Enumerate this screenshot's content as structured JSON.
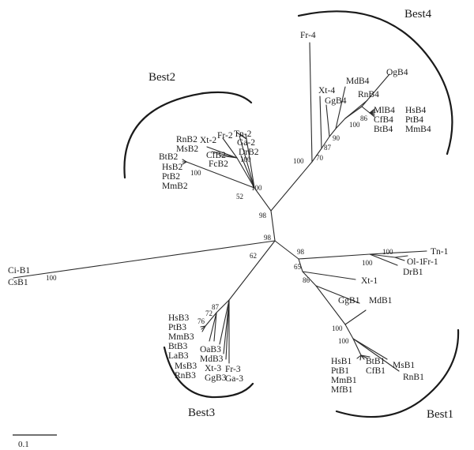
{
  "clades": {
    "best1": "Best1",
    "best2": "Best2",
    "best3": "Best3",
    "best4": "Best4"
  },
  "scale_bar": {
    "label": "0.1"
  },
  "taxa": {
    "fr4": "Fr-4",
    "mdb4": "MdB4",
    "xt4": "Xt-4",
    "rnb4": "RnB4",
    "ggb4": "GgB4",
    "ogb4": "OgB4",
    "mlb4": "MlB4",
    "hsb4": "HsB4",
    "cfb4": "CfB4",
    "ptb4": "PtB4",
    "btb4": "BtB4",
    "mmb4": "MmB4",
    "rnb2": "RnB2",
    "xt2": "Xt-2",
    "fr2": "Fr-2",
    "tn2": "Tn-2",
    "msb2": "MsB2",
    "ga2": "Ga-2",
    "cfb2": "CfB2",
    "drb2": "DrB2",
    "btb2": "BtB2",
    "fcb2": "FcB2",
    "hsb2": "HsB2",
    "ptb2": "PtB2",
    "mmb2": "MmB2",
    "cib1": "Ci-B1",
    "csb1": "CsB1",
    "tn1": "Tn-1",
    "fr1": "Fr-1",
    "ol1": "Ol-1",
    "drb1": "DrB1",
    "xt1": "Xt-1",
    "ggb1": "GgB1",
    "mdb1": "MdB1",
    "hsb1": "HsB1",
    "btb1": "BtB1",
    "ptb1": "PtB1",
    "cfb1": "CfB1",
    "mmb1": "MmB1",
    "mfb1": "MfB1",
    "msb1": "MsB1",
    "rnb1": "RnB1",
    "hsb3": "HsB3",
    "ptb3": "PtB3",
    "mmb3": "MmB3",
    "btb3": "BtB3",
    "lab3": "LaB3",
    "msb3": "MsB3",
    "rnb3": "RnB3",
    "oab3": "OaB3",
    "mdb3": "MdB3",
    "xt3": "Xt-3",
    "ggb3": "GgB3",
    "fr3": "Fr-3",
    "ga3": "Ga-3"
  },
  "bootstrap": {
    "b4_100": "100",
    "b4_70": "70",
    "b4_87": "87",
    "b4_90": "90",
    "b4_86": "86",
    "b4_100b": "100",
    "b2_100a": "100",
    "b2_100b": "100",
    "b2_100c": "100",
    "b2_52": "52",
    "c_98a": "98",
    "c_98b": "98",
    "c_62": "62",
    "c_100ci": "100",
    "b1_98": "98",
    "b1_100a": "100",
    "b1_100b": "100",
    "b1_65": "65",
    "b1_86": "86",
    "b1_100c": "100",
    "b1_100d": "100",
    "b3_87": "87",
    "b3_72": "72",
    "b3_76": "76"
  }
}
